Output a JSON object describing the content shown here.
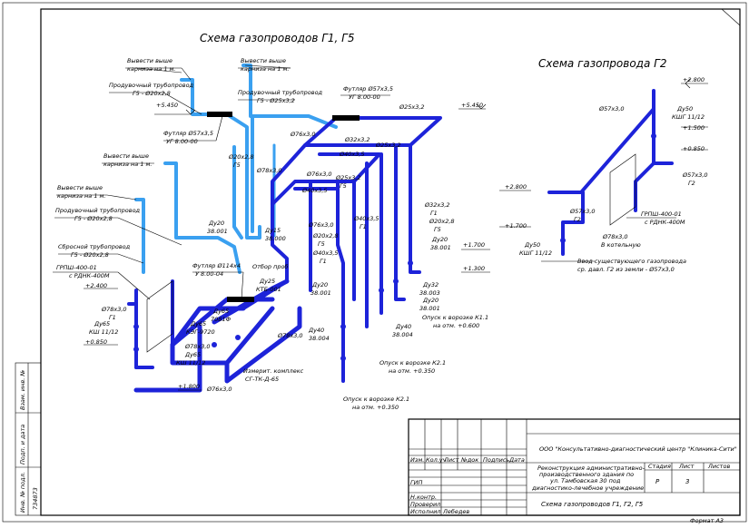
{
  "titles": {
    "g1g5": "Схема газопроводов Г1, Г5",
    "g2": "Схема газопровода Г2"
  },
  "labels": {
    "vyvesti1": "Вывести выше",
    "karniz1": "карниза на 1 м.",
    "vyvesti2": "Вывести выше",
    "karniz2": "карниза на 1 м.",
    "vyvesti3": "Вывести выше",
    "karniz3": "карниза на 1 м.",
    "vyvesti4": "Вывести выше",
    "karniz4": "карниза на 1 м.",
    "produv1": "Продувочный трубопровод",
    "produv1b": "Г5 - Ø20х2,8",
    "produv2": "Продувочный трубопровод",
    "produv2b": "Г5 - Ø25х3,2",
    "produv3": "Продувочный трубопровод",
    "produv3b": "Г5 - Ø20х2,8",
    "sbros": "Сбросной трубопровод",
    "sbrosb": "Г5 - Ø20х2,8",
    "futl1": "Футляр Ø57х3,5",
    "futl1b": "УГ 8.00-00",
    "futl2": "Футляр Ø57х3,5",
    "futl2b": "УГ 8.00-00",
    "futl3": "Футляр Ø114х4",
    "futl3b": "У 8.00-04",
    "grpsh1": "ГРПШ-400-01",
    "grpsh1b": "с РДНК-400М",
    "grpsh2": "ГРПШ-400-01",
    "grpsh2b": "с РДНК-400М",
    "otbor": "Отбор проб",
    "vkotelnuyu": "В котельную",
    "vvod1": "Ввод существующего газопровода",
    "vvod2": "ср. давл. Г2 из земли - Ø57х3,0",
    "izmer1": "Измерит. комплекс",
    "izmer2": "СГ-ТК-Д-65",
    "opusk1a": "Опуск к ворозке К1.1",
    "opusk1b": "на отм. +0.600",
    "opusk2a": "Опуск к ворозке К2.1",
    "opusk2b": "на отм. +0.350",
    "opusk3a": "Опуск к ворозке К2.1",
    "opusk3b": "на отм. +0.350"
  },
  "dims": {
    "d20x28": "Ø20х2,8",
    "d25x32": "Ø25х3,2",
    "d32x32": "Ø32х3,2",
    "d40x35": "Ø40х3,5",
    "d57x30": "Ø57х3,0",
    "d76x30": "Ø76х3,0",
    "d78x30": "Ø78х3,0",
    "g1": "Г1",
    "g2": "Г2",
    "g5": "Г5",
    "du20": "Ду20",
    "du20b": "38.001",
    "du15": "Ду15",
    "du15b": "38.000",
    "du25": "Ду25",
    "du25b": "КТБ-001",
    "du65a": "Ду65",
    "du65ab": "7081Ф",
    "du65b": "Ду65",
    "du65bb": "КЭГ-9720",
    "du65c": "Ду65",
    "du65cb": "КШ 11/12",
    "du32": "Ду32",
    "du32b": "38.003",
    "du40": "Ду40",
    "du40b": "38.004",
    "du50": "Ду50",
    "du50b": "КШГ 11/12",
    "du50c": "Ду50",
    "du50cb": "КШГ 11/12"
  },
  "levels": {
    "l5450a": "+5.450",
    "l5450b": "+5.450",
    "l2800a": "+2.800",
    "l2800b": "+2.800",
    "l1500": "+1.500",
    "l0850a": "+0.850",
    "l0850b": "+0.850",
    "l1700a": "+1.700",
    "l1700b": "+1.700",
    "l1300": "+1.300",
    "l2400": "+2.400",
    "l1800": "+1.800"
  },
  "stamp": {
    "org": "ООО \"Консультативно-диагностический центр \"Клиника-Сити\"",
    "proj1": "Реконструкция административно-",
    "proj2": "производственного здания по",
    "proj3": "ул. Тамбовская 30 под",
    "proj4": "диагностико-лечебное учреждение",
    "sheet_title": "Схема газопроводов Г1, Г2, Г5",
    "stage_h": "Стадия",
    "list_h": "Лист",
    "listov_h": "Листов",
    "stage": "Р",
    "list": "3",
    "izm": "Изм.",
    "koluch": "Кол.уч",
    "listc": "Лист",
    "ndok": "№док",
    "podpis": "Подпись",
    "data": "Дата",
    "gip": "ГИП",
    "nkontr": "Н.контр.",
    "proveril": "Проверил",
    "ispolnil": "Исполнил",
    "ispolnil_name": "Лебедев",
    "format": "Формат А3"
  },
  "side": {
    "vzam": "Взам. инв. №",
    "podpdata": "Подп. и дата",
    "invpodl": "Инв. № подл.",
    "invnum": "734873"
  }
}
